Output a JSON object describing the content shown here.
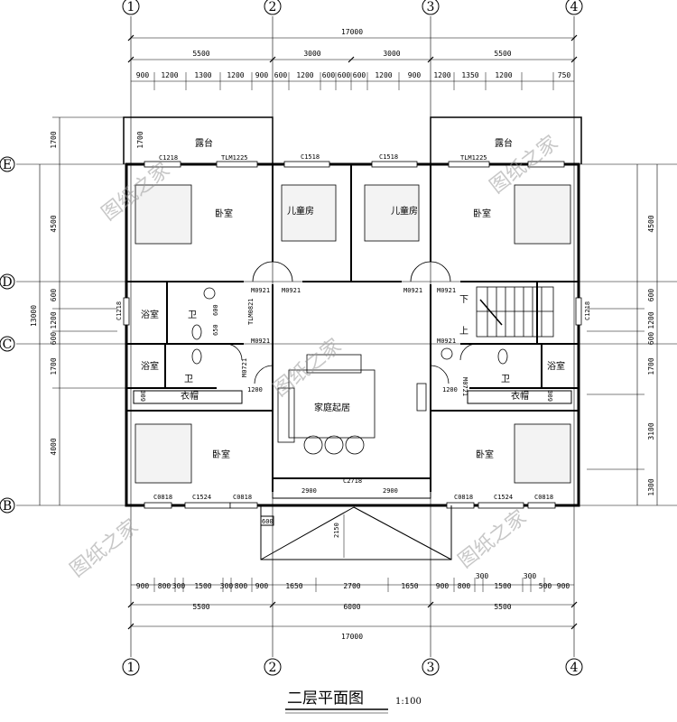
{
  "title": "二层平面图",
  "scale": "1:100",
  "watermark": "图纸之家",
  "axes": {
    "columns": [
      "1",
      "2",
      "3",
      "4"
    ],
    "rows": [
      "E",
      "D",
      "C",
      "B"
    ]
  },
  "dims": {
    "overall": "17000",
    "top_major": [
      "5500",
      "3000",
      "3000",
      "5500"
    ],
    "top_minor": [
      "900",
      "1200",
      "1300",
      "1200",
      "900",
      "600",
      "1200",
      "600",
      "600",
      "600",
      "1200",
      "900",
      "1200",
      "1350",
      "1200",
      "750"
    ],
    "left": [
      "1700",
      "4500",
      "600",
      "1200",
      "600",
      "1700",
      "4000"
    ],
    "left_total": "13000",
    "right": [
      "4500",
      "600",
      "1200",
      "600",
      "1700",
      "3100",
      "1300"
    ],
    "bottom_minor": [
      "900",
      "800",
      "300",
      "1500",
      "300",
      "800",
      "900",
      "1650",
      "2700",
      "1650",
      "900",
      "800",
      "300",
      "1500",
      "300",
      "500",
      "900"
    ],
    "bottom_major": [
      "5500",
      "6000",
      "5500"
    ],
    "stair": "2150",
    "porch": [
      "2900",
      "2900"
    ],
    "wall_1200": [
      "1200",
      "1200"
    ],
    "small_600": "600"
  },
  "rooms": {
    "terrace": "露台",
    "bedroom": "卧室",
    "kids_room": "儿童房",
    "bath": "浴室",
    "wc": "卫",
    "wardrobe": "衣帽",
    "family_room": "家庭起居",
    "down": "下",
    "up": "上"
  },
  "tags": {
    "c1218": "C1218",
    "tlm": "TLM1225",
    "c1518": "C1518",
    "m0921": "M0921",
    "m0721": "M0721",
    "tlm0821": "TLM0821",
    "c0818": "C0818",
    "c1524": "C1524",
    "c2718": "C2718",
    "w600": "600",
    "w650": "650"
  }
}
